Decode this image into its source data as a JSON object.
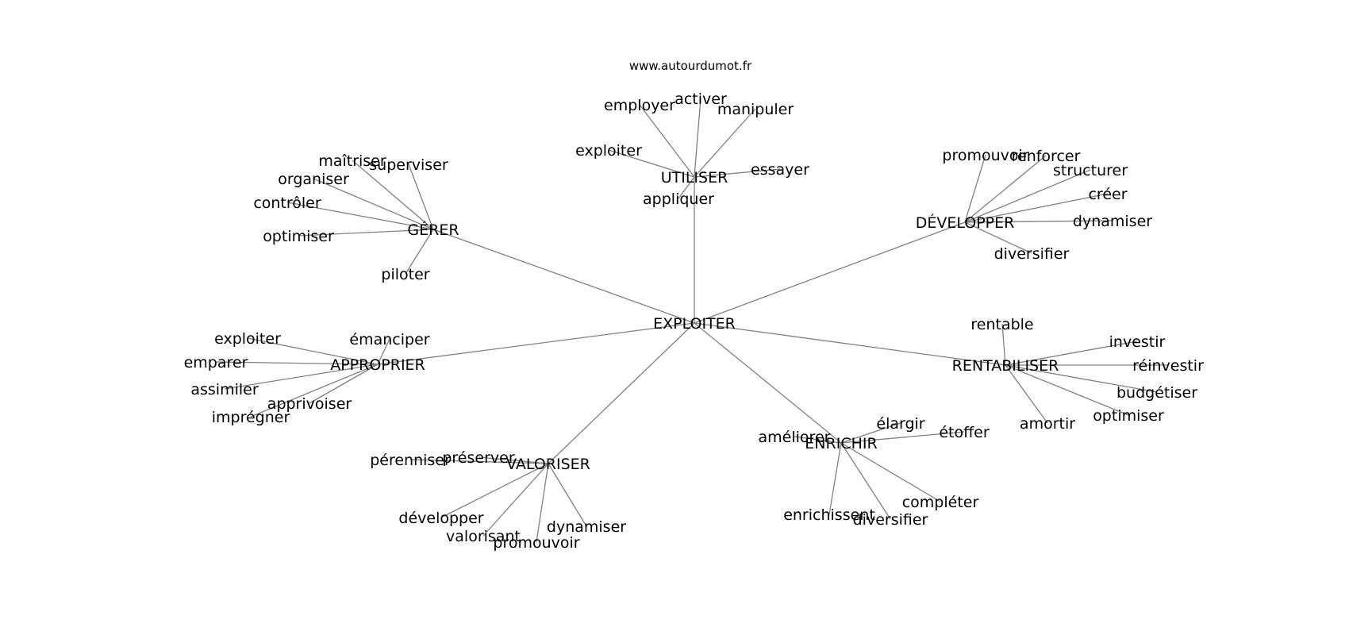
{
  "source": "www.autourdumot.fr",
  "colors": {
    "edge": "#808080",
    "text": "#000000",
    "background": "#ffffff"
  },
  "graph": {
    "root": "EXPLOITER",
    "groups": [
      {
        "label": "UTILISER",
        "children": [
          "employer",
          "activer",
          "manipuler",
          "exploiter",
          "essayer",
          "appliquer"
        ]
      },
      {
        "label": "GÉRER",
        "children": [
          "maîtriser",
          "superviser",
          "organiser",
          "contrôler",
          "optimiser",
          "piloter"
        ]
      },
      {
        "label": "DÉVELOPPER",
        "children": [
          "promouvoir",
          "renforcer",
          "structurer",
          "créer",
          "dynamiser",
          "diversifier"
        ]
      },
      {
        "label": "APPROPRIER",
        "children": [
          "exploiter",
          "émanciper",
          "emparer",
          "assimiler",
          "apprivoiser",
          "imprégner"
        ]
      },
      {
        "label": "RENTABILISER",
        "children": [
          "rentable",
          "investir",
          "réinvestir",
          "budgétiser",
          "optimiser",
          "amortir"
        ]
      },
      {
        "label": "VALORISER",
        "children": [
          "pérenniser",
          "préserver",
          "développer",
          "valorisant",
          "promouvoir",
          "dynamiser"
        ]
      },
      {
        "label": "ENRICHIR",
        "children": [
          "améliorer",
          "élargir",
          "étoffer",
          "compléter",
          "enrichissent",
          "diversifier"
        ]
      }
    ]
  }
}
